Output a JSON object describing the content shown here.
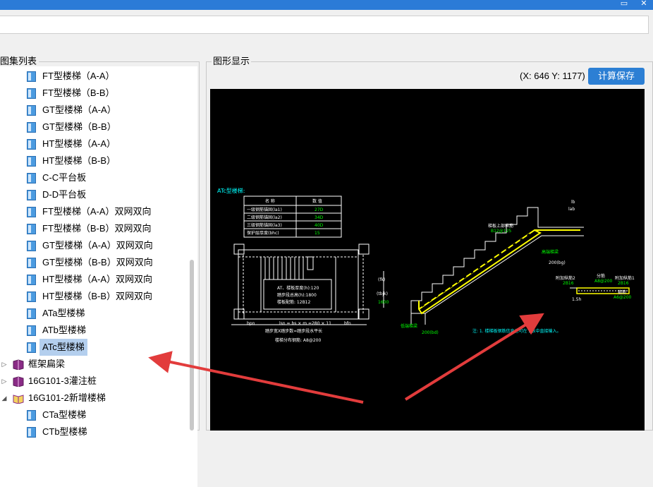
{
  "window": {
    "controls": [
      "▭",
      "✕"
    ]
  },
  "left_panel": {
    "title": "图集列表",
    "items": [
      {
        "label": "FT型楼梯（A-A）",
        "type": "doc"
      },
      {
        "label": "FT型楼梯（B-B）",
        "type": "doc"
      },
      {
        "label": "GT型楼梯（A-A）",
        "type": "doc"
      },
      {
        "label": "GT型楼梯（B-B）",
        "type": "doc"
      },
      {
        "label": "HT型楼梯（A-A）",
        "type": "doc"
      },
      {
        "label": "HT型楼梯（B-B）",
        "type": "doc"
      },
      {
        "label": "C-C平台板",
        "type": "doc"
      },
      {
        "label": "D-D平台板",
        "type": "doc"
      },
      {
        "label": "FT型楼梯（A-A）双网双向",
        "type": "doc"
      },
      {
        "label": "FT型楼梯（B-B）双网双向",
        "type": "doc"
      },
      {
        "label": "GT型楼梯（A-A）双网双向",
        "type": "doc"
      },
      {
        "label": "GT型楼梯（B-B）双网双向",
        "type": "doc"
      },
      {
        "label": "HT型楼梯（A-A）双网双向",
        "type": "doc"
      },
      {
        "label": "HT型楼梯（B-B）双网双向",
        "type": "doc"
      },
      {
        "label": "ATa型楼梯",
        "type": "doc"
      },
      {
        "label": "ATb型楼梯",
        "type": "doc"
      },
      {
        "label": "ATc型楼梯",
        "type": "doc",
        "selected": true
      },
      {
        "label": "框架扁梁",
        "type": "book",
        "expander": "▷"
      },
      {
        "label": "16G101-3灌注桩",
        "type": "book",
        "expander": "▷"
      },
      {
        "label": "16G101-2新增楼梯",
        "type": "book-open",
        "expander": "◢"
      },
      {
        "label": "CTa型楼梯",
        "type": "doc"
      },
      {
        "label": "CTb型楼梯",
        "type": "doc"
      }
    ]
  },
  "right_panel": {
    "title": "图形显示",
    "coords": "(X: 646 Y: 1177)",
    "calc_button": "计算保存"
  },
  "drawing": {
    "title": "ATc型楼梯:",
    "table_header": [
      "名 称",
      "数 值"
    ],
    "table_rows": [
      [
        "一级钢筋锚固(la1)",
        "27D"
      ],
      [
        "二级钢筋锚固(la2)",
        "34D"
      ],
      [
        "三级钢筋锚固(la3)",
        "40D"
      ],
      [
        "保护层厚度(bhc)",
        "15"
      ]
    ],
    "plan_notes": [
      "AT、楼板厚度(h):120",
      "踏步段总高(h):1800",
      "楼板配筋: 12B12"
    ],
    "plan_dims": [
      "bpn",
      "lsn = bs × m =280 × 11",
      "bfn"
    ],
    "plan_side": [
      "(fk)",
      "(tbjk)",
      "1600"
    ],
    "plan_bottom": [
      "踏步宽X踏步数=踏步段水平长",
      "楼梯分布钢筋: A8@200"
    ],
    "section_labels": [
      "梯板上部纵筋",
      "B12@125",
      "低端梯梁",
      "高端梯梁",
      "200(bg)",
      "200(bd)",
      "lb",
      "lab"
    ],
    "detail_labels": [
      "附加纵筋2",
      "2B16",
      "分筋",
      "A8@200",
      "附加纵筋1",
      "2B16",
      "箍筋",
      "A6@200",
      "1.5h"
    ],
    "note": "注: 1. 楼梯板钢筋信息也可在下表中直接输入。",
    "colors": {
      "background": "#000000",
      "line": "#ffffff",
      "rebar": "#ffff00",
      "accent": "#00ff00",
      "title": "#00ffff",
      "arrow": "#e23c3c"
    }
  }
}
